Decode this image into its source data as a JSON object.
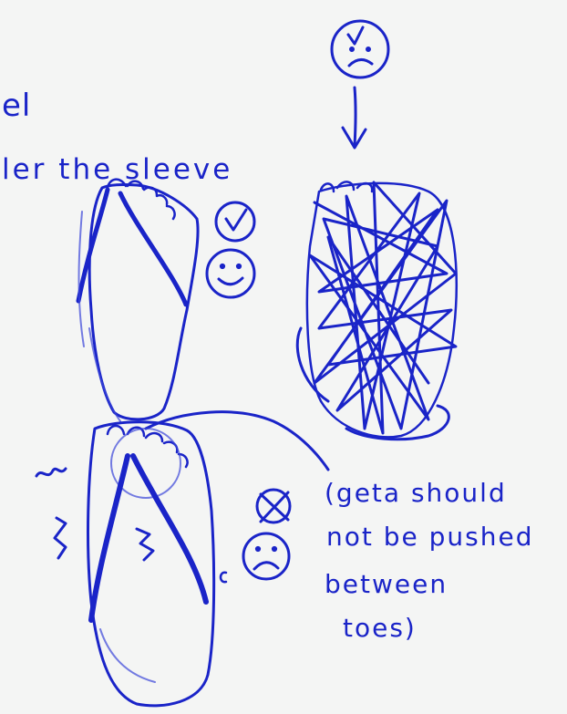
{
  "labels": {
    "partial_top": "el",
    "sleeve_line": "ler the sleeve"
  },
  "note": {
    "line1": "(geta should",
    "line2": "not be pushed",
    "line3": "between",
    "line4": "toes)"
  },
  "icons": [
    "sad-face-icon",
    "down-arrow-icon",
    "check-circle-icon",
    "happy-face-icon",
    "cross-circle-icon",
    "frown-face-icon",
    "scribble-icon"
  ],
  "colors": {
    "ink": "#1a24c8",
    "paper": "#f4f5f4"
  }
}
